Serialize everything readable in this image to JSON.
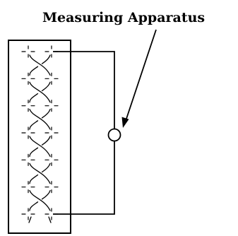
{
  "diagram": {
    "label": "Measuring Apparatus",
    "ink_color": "#000000",
    "background_color": "#ffffff",
    "elements": {
      "specimen": "rectangular-specimen-panel",
      "pattern": "twisted-wire-chain",
      "instrument": "circle-meter-symbol",
      "leads": "connection-wires",
      "pointer": "leader-arrow"
    }
  }
}
